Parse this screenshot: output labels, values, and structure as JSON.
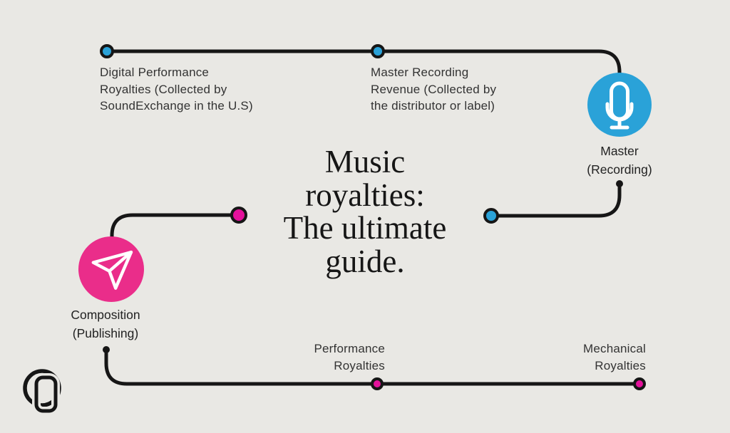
{
  "title": {
    "lines": [
      "Music",
      "royalties:",
      "The ultimate",
      "guide."
    ]
  },
  "connector_labels": {
    "digital_performance": [
      "Digital Performance",
      "Royalties (Collected by",
      "SoundExchange in the U.S)"
    ],
    "master_revenue": [
      "Master Recording",
      "Revenue (Collected by",
      "the distributor or label)"
    ],
    "performance": [
      "Performance",
      "Royalties"
    ],
    "mechanical": [
      "Mechanical",
      "Royalties"
    ]
  },
  "nodes": {
    "master": {
      "lines": [
        "Master",
        "(Recording)"
      ],
      "icon": "microphone-icon"
    },
    "composition": {
      "lines": [
        "Composition",
        "(Publishing)"
      ],
      "icon": "paper-plane-icon"
    }
  },
  "icons": [
    "microphone-icon",
    "paper-plane-icon",
    "brand-logo"
  ],
  "colors": {
    "background": "#e9e8e4",
    "blue": "#2aa2d8",
    "pink": "#ea2d8a",
    "pink_dot": "#e3119b",
    "line": "#161616",
    "text": "#333333"
  }
}
